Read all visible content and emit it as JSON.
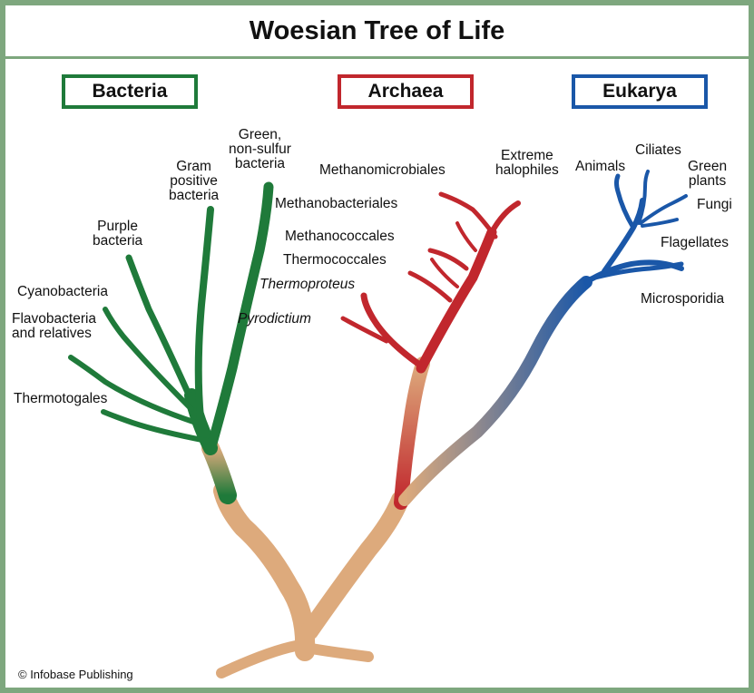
{
  "title": "Woesian Tree of Life",
  "domains": {
    "bacteria": {
      "label": "Bacteria",
      "color": "#1f7a3a"
    },
    "archaea": {
      "label": "Archaea",
      "color": "#c1272d"
    },
    "eukarya": {
      "label": "Eukarya",
      "color": "#1a57a8"
    }
  },
  "trunk_color": "#ddaa7c",
  "branches": {
    "bacteria": {
      "green_nonsulfur": "Green,\nnon-sulfur\nbacteria",
      "gram_positive": "Gram\npositive\nbacteria",
      "purple": "Purple\nbacteria",
      "cyanobacteria": "Cyanobacteria",
      "flavobacteria": "Flavobacteria\nand relatives",
      "thermotogales": "Thermotogales"
    },
    "archaea": {
      "methanomicrobiales": "Methanomicrobiales",
      "extreme_halophiles": "Extreme\nhalophiles",
      "methanobacteriales": "Methanobacteriales",
      "methanococcales": "Methanococcales",
      "thermococcales": "Thermococcales",
      "thermoproteus": "Thermoproteus",
      "pyrodictium": "Pyrodictium"
    },
    "eukarya": {
      "animals": "Animals",
      "ciliates": "Ciliates",
      "green_plants": "Green\nplants",
      "fungi": "Fungi",
      "flagellates": "Flagellates",
      "microsporidia": "Microsporidia"
    }
  },
  "credit": "© Infobase Publishing"
}
